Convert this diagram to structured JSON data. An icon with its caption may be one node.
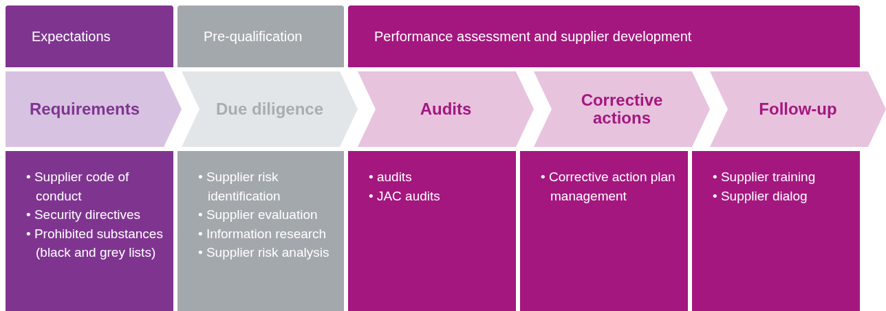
{
  "diagram": {
    "nodes": [
      {
        "text": [
          "Expectations"
        ]
      },
      {
        "text": [
          "Pre-qualification"
        ]
      },
      {
        "text": [
          "Performance assessment and supplier development"
        ]
      },
      {
        "text": [
          "Requirements"
        ]
      },
      {
        "text": [
          "Due diligence"
        ]
      },
      {
        "text": [
          "Audits"
        ]
      },
      {
        "text": [
          "Corrective actions"
        ]
      },
      {
        "text": [
          "Follow-up"
        ]
      },
      {
        "text": [
          "• Supplier code of conduct",
          "• Security directives",
          "• Prohibited substances (black and grey lists)"
        ]
      },
      {
        "text": [
          "• Supplier risk identification",
          "• Supplier evaluation",
          "• Information research",
          "• Supplier risk analysis"
        ]
      },
      {
        "text": [
          "• audits",
          "• JAC audits"
        ]
      },
      {
        "text": [
          "• Corrective action plan management"
        ]
      },
      {
        "text": [
          "• Supplier training",
          "• Supplier dialog"
        ]
      }
    ]
  }
}
